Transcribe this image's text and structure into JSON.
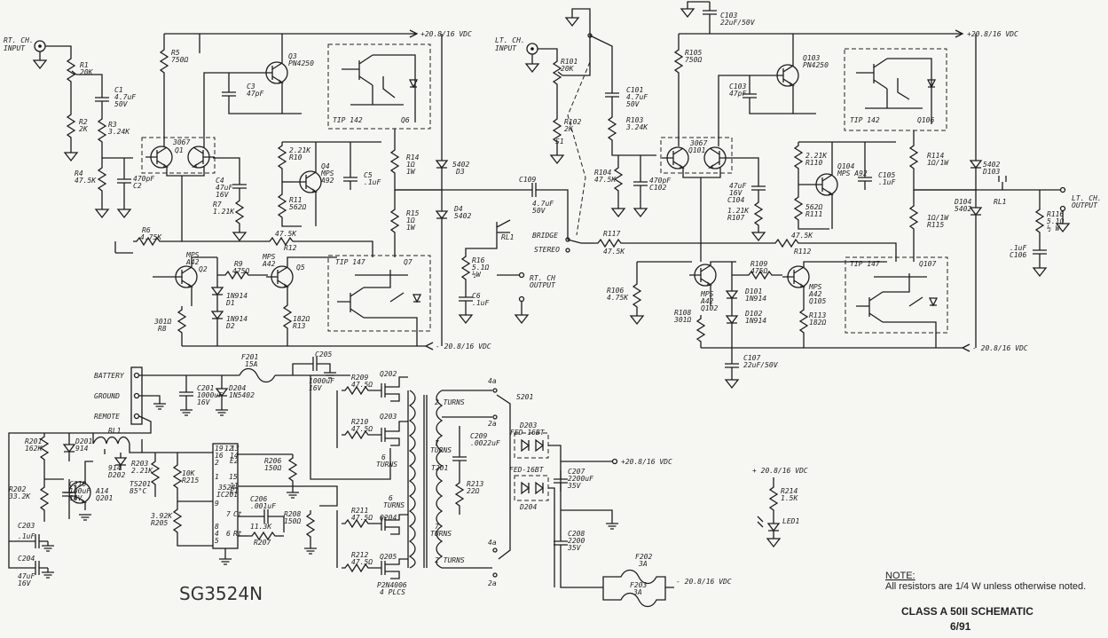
{
  "labels": {
    "rt_input_a": "RT. CH.",
    "rt_input_b": "INPUT",
    "lt_input_a": "LT. CH.",
    "lt_input_b": "INPUT",
    "r1": "R1",
    "r1v": "20K",
    "r2": "R2",
    "r2v": "2K",
    "r3": "R3",
    "r3v": "3.24K",
    "r4": "R4",
    "r4v": "47.5K",
    "c1": "C1",
    "c1v": "4.7uF",
    "c1v2": "50V",
    "c2": "C2",
    "c2v": "470pF",
    "r5": "R5",
    "r5v": "750Ω",
    "q3": "Q3",
    "q3v": "PN4250",
    "c3": "C3",
    "c3v": "47pF",
    "q1": "Q1",
    "q1v": "3067",
    "c4": "C4",
    "c4v": "47uF",
    "c4v2": "16V",
    "r7": "R7",
    "r7v": "1.21K",
    "r10": "R10",
    "r10v": "2.21K",
    "q4": "Q4",
    "q4v": "MPS",
    "q4v2": "A92",
    "r11": "R11",
    "r11v": "562Ω",
    "c5": "C5",
    "c5v": ".1uF",
    "tip142": "TIP 142",
    "q6": "Q6",
    "r14": "R14",
    "r14v": "1Ω",
    "r14w": "1W",
    "d3": "D3",
    "d3v": "5402",
    "r15": "R15",
    "r15v": "1Ω",
    "r15w": "1W",
    "d4": "D4",
    "d4v": "5402",
    "r6": "R6",
    "r6v": "4.75K",
    "r12": "R12",
    "r12v": "47.5K",
    "q2": "Q2",
    "q2v": "MPS",
    "q2v2": "A42",
    "r9": "R9",
    "r9v": "475Ω",
    "q5": "Q5",
    "q5v": "MPS",
    "q5v2": "A42",
    "d1": "D1",
    "d1v": "1N914",
    "d2": "D2",
    "d2v": "1N914",
    "r8": "R8",
    "r8v": "301Ω",
    "r13": "R13",
    "r13v": "182Ω",
    "tip147": "TIP 147",
    "q7": "Q7",
    "c109": "C109",
    "c109v": "4.7uF",
    "c109v2": "50V",
    "rl1": "RL1",
    "r16": "R16",
    "r16v": "5.1Ω",
    "r16w": "½W",
    "c6": "C6",
    "c6v": ".1uF",
    "rt_out_a": "RT. CH",
    "rt_out_b": "OUTPUT",
    "bridge": "BRIDGE",
    "stereo": "STEREO",
    "r117": "R117",
    "r117v": "47.5K",
    "s1": "S1",
    "r101": "R101",
    "r101v": "20K",
    "r102": "R102",
    "r102v": "2K",
    "c101": "C101",
    "c101v": "4.7uF",
    "c101v2": "50V",
    "r103": "R103",
    "r103v": "3.24K",
    "r104": "R104",
    "r104v": "47.5K",
    "c102": "C102",
    "c102v": "470pF",
    "r105": "R105",
    "r105v": "750Ω",
    "c103": "C103",
    "c103v": "22uF/50V",
    "q103": "Q103",
    "q103v": "PN4250",
    "c103b": "C103",
    "c103bv": "47pF",
    "q101": "Q101",
    "q101v": "3067",
    "c104": "C104",
    "c104v": "47uF",
    "c104v2": "16V",
    "r107": "R107",
    "r107v": "1.21K",
    "r110": "R110",
    "r110v": "2.21K",
    "q104": "Q104",
    "q104v": "MPS A92",
    "r111": "R111",
    "r111v": "562Ω",
    "c105": "C105",
    "c105v": ".1uF",
    "tip142b": "TIP 142",
    "q106": "Q106",
    "r114": "R114",
    "r114v": "1Ω/1W",
    "r115": "R115",
    "r115v": "1Ω/1W",
    "d103": "D103",
    "d103v": "5402",
    "d104": "D104",
    "d104v": "5402",
    "rl1b": "RL1",
    "r116": "R116",
    "r116v": "5.1Ω",
    "r116w": "½ W",
    "c106": "C106",
    "c106v": ".1uF",
    "lt_out_a": "LT. CH.",
    "lt_out_b": "OUTPUT",
    "r112": "R112",
    "r112v": "47.5K",
    "r106": "R106",
    "r106v": "4.75K",
    "q102": "Q102",
    "q102v": "MPS",
    "q102v2": "A42",
    "r109": "R109",
    "r109v": "475Ω",
    "d101": "D101",
    "d101v": "1N914",
    "d102": "D102",
    "d102v": "1N914",
    "r108": "R108",
    "r108v": "301Ω",
    "q105": "Q105",
    "q105v": "MPS",
    "q105v2": "A42",
    "r113": "R113",
    "r113v": "182Ω",
    "tip147b": "TIP 147",
    "q107": "Q107",
    "c107": "C107",
    "c107v": "22uF/50V",
    "battery": "BATTERY",
    "ground": "GROUND",
    "remote": "REMOTE",
    "c201": "C201",
    "c201v": "1000uF",
    "c201v2": "16V",
    "d204": "D204",
    "d204v": "1N5402",
    "f201": "F201",
    "f201v": "15A",
    "c205": "C205",
    "c205v": "1000uF",
    "c205v2": "16V",
    "r201": "R201",
    "r201v": "162K",
    "d201": "D201",
    "d201v": "914",
    "rl1c": "RL1",
    "d202": "D202",
    "d202v": "914",
    "r202": "R202",
    "r202v": "33.2K",
    "c210": "C210",
    "c210v": "100uF",
    "c210v2": "16V",
    "q201": "Q201",
    "q201v": "A14",
    "r203": "R203",
    "r203v": "2.21K",
    "ts201": "TS201",
    "ts201v": "85°C",
    "r215": "R215",
    "r215v": "10K",
    "r205": "R205",
    "r205v": "3.92K",
    "ic_a": "3524",
    "ic_b": "IC201",
    "c206": "C206",
    "c206v": ".001uF",
    "r207": "R207",
    "r207v": "11.3K",
    "r206": "R206",
    "r206v": "150Ω",
    "r208": "R208",
    "r208v": "150Ω",
    "c203": "C203",
    "c203v": ".1uF",
    "c204": "C204",
    "c204v": "47uF",
    "c204v2": "16V",
    "r209": "R209",
    "r209v": "47.5Ω",
    "q202": "Q202",
    "r210": "R210",
    "r210v": "47.5Ω",
    "q203": "Q203",
    "r211": "R211",
    "r211v": "47.5Ω",
    "q204": "Q204",
    "r212": "R212",
    "r212v": "47.5Ω",
    "q205": "Q205",
    "fets": "P2N4006",
    "fets2": "4 PLCS",
    "t201": "T201",
    "turns2a": "2 TURNS",
    "turns7a": "7",
    "turns7a2": "TURNS",
    "turns6a": "6",
    "turns6a2": "TURNS",
    "turns6b": "6",
    "turns6b2": "TURNS",
    "turns7b": "7",
    "turns7b2": "TURNS",
    "turns2b": "2 TURNS",
    "s201": "S201",
    "pos4a": "4a",
    "pos2a": "2a",
    "pos4b": "4a",
    "pos2b": "2a",
    "c209": "C209",
    "c209v": ".0022uF",
    "r213": "R213",
    "r213v": "22Ω",
    "d203": "D203",
    "d203v": "FED-16BT",
    "d205": "FED-16BT",
    "d205v": "D204",
    "c207": "C207",
    "c207v": "2200uF",
    "c207v2": "35V",
    "c208": "C208",
    "c208v": "2200",
    "c208v2": "35V",
    "f202": "F202",
    "f202v": "3A",
    "f203": "F203",
    "f203v": "3A",
    "r214": "R214",
    "r214v": "1.5K",
    "led1": "LED1",
    "rail_pos_a": "+20.8/16 VDC",
    "rail_neg_a": "- 20.8/16 VDC",
    "rail_pos_b": "+20.8/16 VDC",
    "rail_neg_b": "- 20.8/16 VDC",
    "rail_pos_c": "+20.8/16 VDC",
    "rail_neg_c": "- 20.8/16 VDC",
    "rail_pos_d": "+ 20.8/16 VDC",
    "ic_part": "SG3524N",
    "pin19": "19",
    "pin12": "12",
    "pin13": "13",
    "pin16": "16",
    "pin14": "14",
    "pin2": "2",
    "pin15": "15",
    "pin1": "1",
    "pin11": "11",
    "pin9": "9",
    "pin7": "7",
    "pin6": "6",
    "pin8": "8",
    "pin4": "4",
    "pin5": "5",
    "pinE2": "E2",
    "pinE1": "E1",
    "pinCt": "Ct",
    "pinRt": "Rt"
  },
  "note_title": "NOTE:",
  "note_text": "All resistors are 1/4 W unless otherwise noted.",
  "drawing_title": "CLASS A 50II SCHEMATIC",
  "drawing_date": "6/91"
}
